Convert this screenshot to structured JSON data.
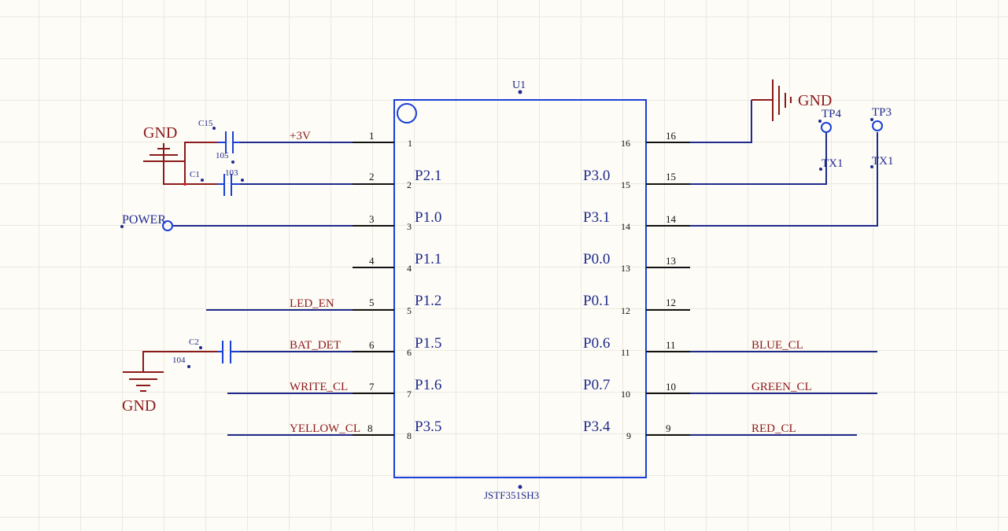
{
  "ic": {
    "designator": "U1",
    "part": "JSTF351SH3",
    "left_pins": [
      {
        "num": "1",
        "name": ""
      },
      {
        "num": "2",
        "name": "P2.1"
      },
      {
        "num": "3",
        "name": "P1.0"
      },
      {
        "num": "4",
        "name": "P1.1"
      },
      {
        "num": "5",
        "name": "P1.2"
      },
      {
        "num": "6",
        "name": "P1.5"
      },
      {
        "num": "7",
        "name": "P1.6"
      },
      {
        "num": "8",
        "name": "P3.5"
      }
    ],
    "right_pins": [
      {
        "num": "16",
        "name": ""
      },
      {
        "num": "15",
        "name": "P3.0"
      },
      {
        "num": "14",
        "name": "P3.1"
      },
      {
        "num": "13",
        "name": "P0.0"
      },
      {
        "num": "12",
        "name": "P0.1"
      },
      {
        "num": "11",
        "name": "P0.6"
      },
      {
        "num": "10",
        "name": "P0.7"
      },
      {
        "num": "9",
        "name": "P3.4"
      }
    ]
  },
  "nets": {
    "pin1": "+3V",
    "pin5": "LED_EN",
    "pin6": "BAT_DET",
    "pin7": "WRITE_CL",
    "pin8": "YELLOW_CL",
    "pin11": "BLUE_CL",
    "pin10": "GREEN_CL",
    "pin9": "RED_CL"
  },
  "power": {
    "gnd_top_left": "GND",
    "gnd_bottom_left": "GND",
    "gnd_top_right": "GND",
    "power_port": "POWER"
  },
  "capacitors": [
    {
      "ref": "C15",
      "value": "105"
    },
    {
      "ref": "C1",
      "value": "103"
    },
    {
      "ref": "C2",
      "value": "104"
    }
  ],
  "testpoints": [
    {
      "ref": "TP4",
      "net": "TX1"
    },
    {
      "ref": "TP3",
      "net": "TX1"
    }
  ],
  "colors": {
    "wire": "#1f2a8c",
    "component": "#1a3fd6",
    "power": "#8b1a1a",
    "background": "#fdfcf7"
  }
}
